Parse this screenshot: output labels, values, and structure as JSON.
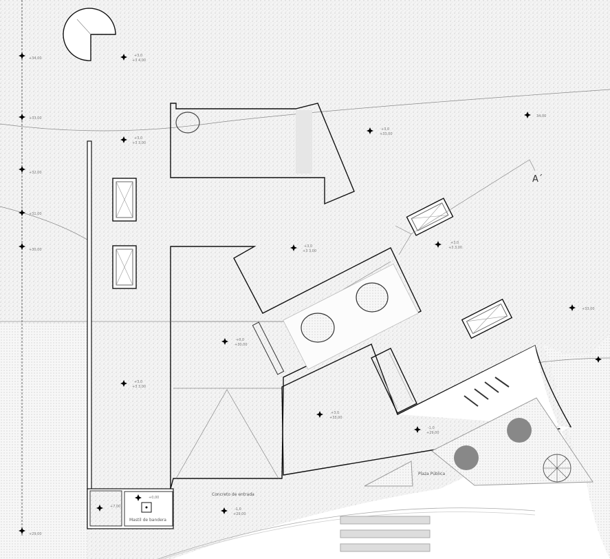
{
  "drawing": {
    "section_marker": "A´",
    "labels": {
      "flagpole": "Mastil de bandera",
      "entrance": "Concreto de entrada",
      "plaza": "Plaza Pública"
    },
    "left_axis_levels": [
      "+34,00",
      "+33,00",
      "+32,00",
      "+31,00",
      "+30,00",
      "+29,00"
    ],
    "level_marks": [
      {
        "top": "+3,0",
        "bottom": "+3 4,00"
      },
      {
        "top": "+3,0",
        "bottom": "+3 3,00"
      },
      {
        "top": "+3,0",
        "bottom": "+33,00"
      },
      {
        "top": "",
        "bottom": "34,00"
      },
      {
        "top": "+3,0",
        "bottom": "+3 3,00"
      },
      {
        "top": "+3,0",
        "bottom": "+3 3,00"
      },
      {
        "top": "",
        "bottom": "+33,00"
      },
      {
        "top": "+0,0",
        "bottom": "+30,00"
      },
      {
        "top": "+3,0",
        "bottom": "+3 3,00"
      },
      {
        "top": "+3,0",
        "bottom": "+33,00"
      },
      {
        "top": "-1,0",
        "bottom": "+29,00"
      },
      {
        "top": "",
        "bottom": "+7,00"
      },
      {
        "top": "",
        "bottom": "+0,00"
      },
      {
        "top": "-1,0",
        "bottom": "+29,00"
      }
    ]
  }
}
